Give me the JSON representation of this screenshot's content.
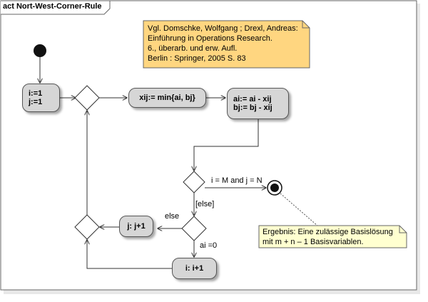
{
  "diagram": {
    "title": "act Nort-West-Corner-Rule"
  },
  "actions": {
    "init": {
      "line1": "i:=1",
      "line2": "j:=1"
    },
    "xij": {
      "label": "xij:= min{ai, bj}"
    },
    "update": {
      "line1": "ai:= ai - xij",
      "line2": "bj:= bj - xij"
    },
    "jinc": {
      "label": "j: j+1"
    },
    "iinc": {
      "label": "i: i+1"
    }
  },
  "guards": {
    "final": "i = M and j = N",
    "else_bracket": "[else]",
    "else": "else",
    "ai_zero": "ai =0"
  },
  "notes": {
    "reference": {
      "lines": [
        "Vgl. Domschke, Wolfgang ; Drexl, Andreas:",
        "Einführung in Operations Research.",
        "6., überarb. und erw. Aufl.",
        "Berlin : Springer, 2005 S. 83"
      ]
    },
    "result": {
      "lines": [
        "Ergebnis: Eine zulässige Basislösung",
        "mit m + n – 1 Basisvariablen."
      ]
    }
  },
  "colors": {
    "action_fill": "#d6d6d6",
    "note_reference": "#ffd680",
    "note_result": "#ffffd0",
    "line": "#333333"
  }
}
